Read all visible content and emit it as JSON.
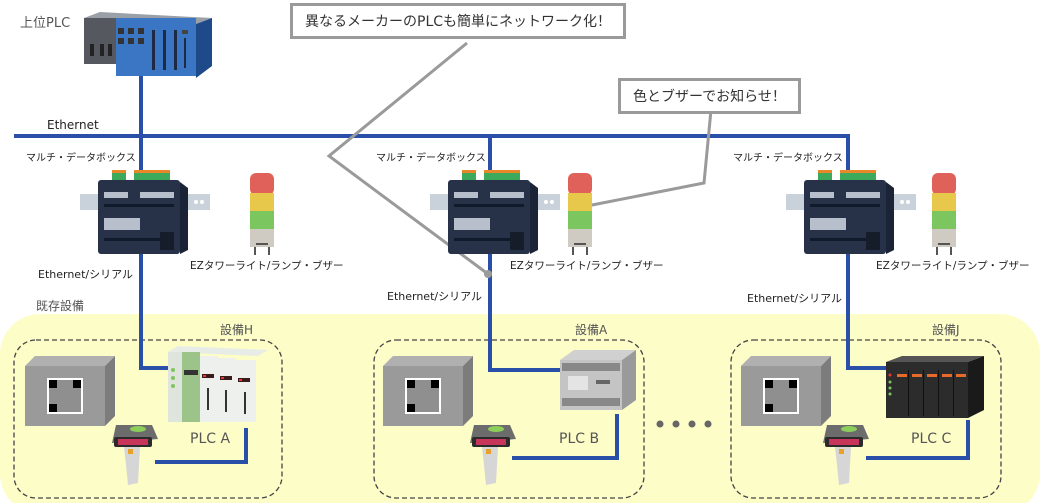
{
  "diagram": {
    "top_plc_label": "上位PLC",
    "network_label": "Ethernet",
    "callouts": {
      "network": "異なるメーカーのPLCも簡単にネットワーク化！",
      "alert": "色とブザーでお知らせ！"
    },
    "existing_equipment_label": "既存設備",
    "ellipsis": "・・・・",
    "nodes": [
      {
        "box_label": "マルチ・データボックス",
        "tower_label": "EZタワーライト/ランプ・ブザー",
        "link_label": "Ethernet/シリアル",
        "equipment_label": "設備H",
        "plc_label": "PLC A"
      },
      {
        "box_label": "マルチ・データボックス",
        "tower_label": "EZタワーライト/ランプ・ブザー",
        "link_label": "Ethernet/シリアル",
        "equipment_label": "設備A",
        "plc_label": "PLC B"
      },
      {
        "box_label": "マルチ・データボックス",
        "tower_label": "EZタワーライト/ランプ・ブザー",
        "link_label": "Ethernet/シリアル",
        "equipment_label": "設備J",
        "plc_label": "PLC C"
      }
    ],
    "colors": {
      "network_line": "#2a4fa8",
      "callout_border": "#9a9a9a",
      "existing_area": "#fdfdc8",
      "dashed_border": "#444444"
    }
  }
}
